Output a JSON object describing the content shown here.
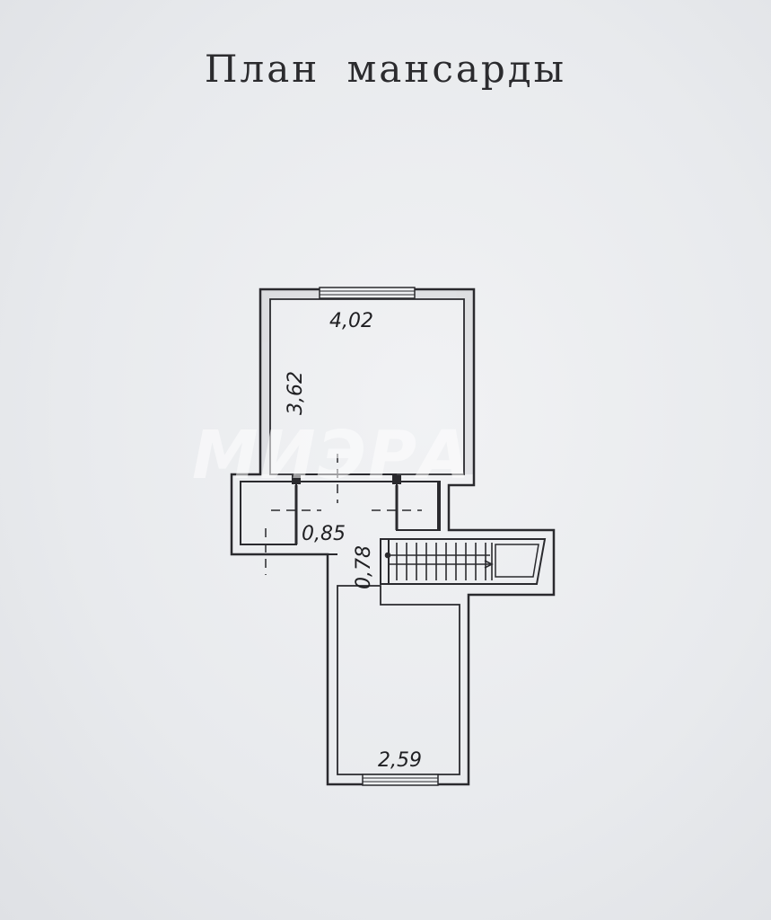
{
  "title": "План мансарды",
  "dimensions": {
    "top_width": "4,02",
    "top_height": "3,62",
    "corridor_width": "0,85",
    "corridor_depth": "0,78",
    "bottom_width": "2,59"
  },
  "watermark": "МИЭРА",
  "colors": {
    "paper": "#e9ebee",
    "ink": "#2a2a2e",
    "watermark": "#ffffff"
  }
}
